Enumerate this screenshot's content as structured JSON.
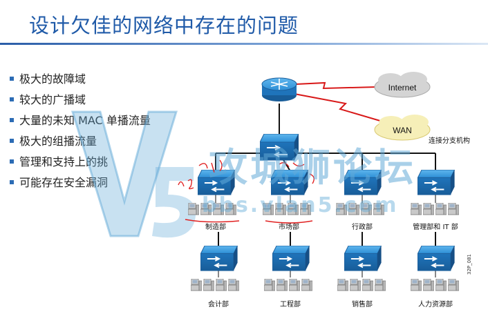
{
  "title": "设计欠佳的网络中存在的问题",
  "bullets": [
    "极大的故障域",
    "较大的广播域",
    "大量的未知 MAC 单播流量",
    "极大的组播流量",
    "管理和支持上的挑",
    "可能存在安全漏洞"
  ],
  "clouds": {
    "internet": "Internet",
    "wan": "WAN"
  },
  "branch_label": "连接分支机构",
  "departments_top": [
    "制造部",
    "市场部",
    "行政部",
    "管理部和 IT 部"
  ],
  "departments_bottom": [
    "会计部",
    "工程部",
    "销售部",
    "人力资源部"
  ],
  "figure_id": "32P_081",
  "watermark": {
    "text": "攻城狮论坛",
    "url": "bbs.vlan5.com"
  },
  "colors": {
    "title": "#1f5aa8",
    "switch": "#2e8fd6",
    "link_red": "#d81818",
    "link": "#111111",
    "watermark": "#62aad7"
  }
}
